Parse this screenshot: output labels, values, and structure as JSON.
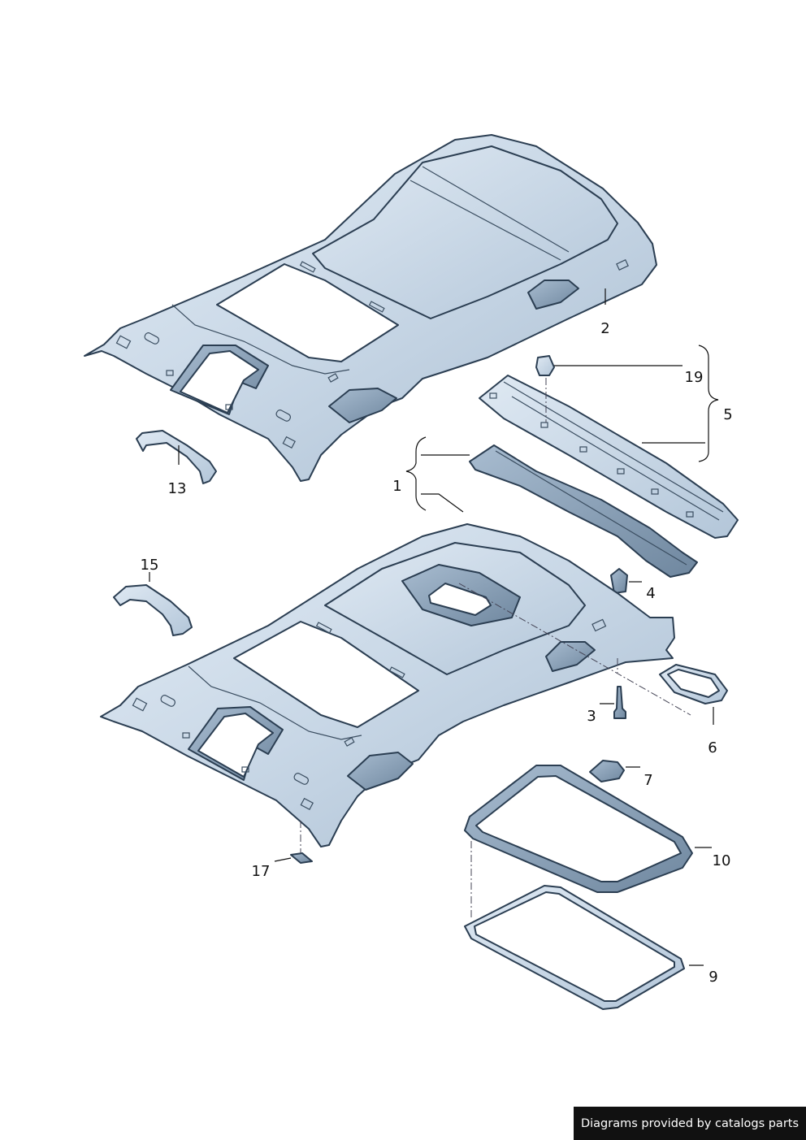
{
  "callouts": {
    "c1": "1",
    "c2": "2",
    "c3": "3",
    "c4": "4",
    "c5": "5",
    "c6": "6",
    "c7": "7",
    "c9": "9",
    "c10": "10",
    "c13": "13",
    "c15": "15",
    "c17": "17",
    "c19": "19"
  },
  "footer": {
    "text": "Diagrams provided by catalogs parts"
  },
  "colors": {
    "outline": "#2b3e52",
    "headliner_fill": "#c9d8e6",
    "headliner_light": "#e6eef6",
    "headliner_dark": "#9fb4c9",
    "footer_bg": "#111111",
    "footer_text": "#ffffff"
  }
}
